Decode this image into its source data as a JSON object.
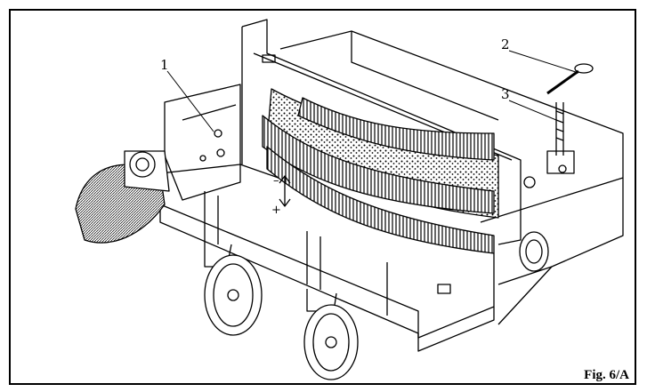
{
  "figure": {
    "caption": "Fig. 6/A",
    "callouts": [
      {
        "id": "1",
        "label": "1"
      },
      {
        "id": "2",
        "label": "2"
      },
      {
        "id": "3",
        "label": "3"
      }
    ],
    "adjust_symbols": {
      "minus": "–",
      "plus": "+"
    }
  },
  "colors": {
    "line": "#000000",
    "background": "#ffffff"
  }
}
